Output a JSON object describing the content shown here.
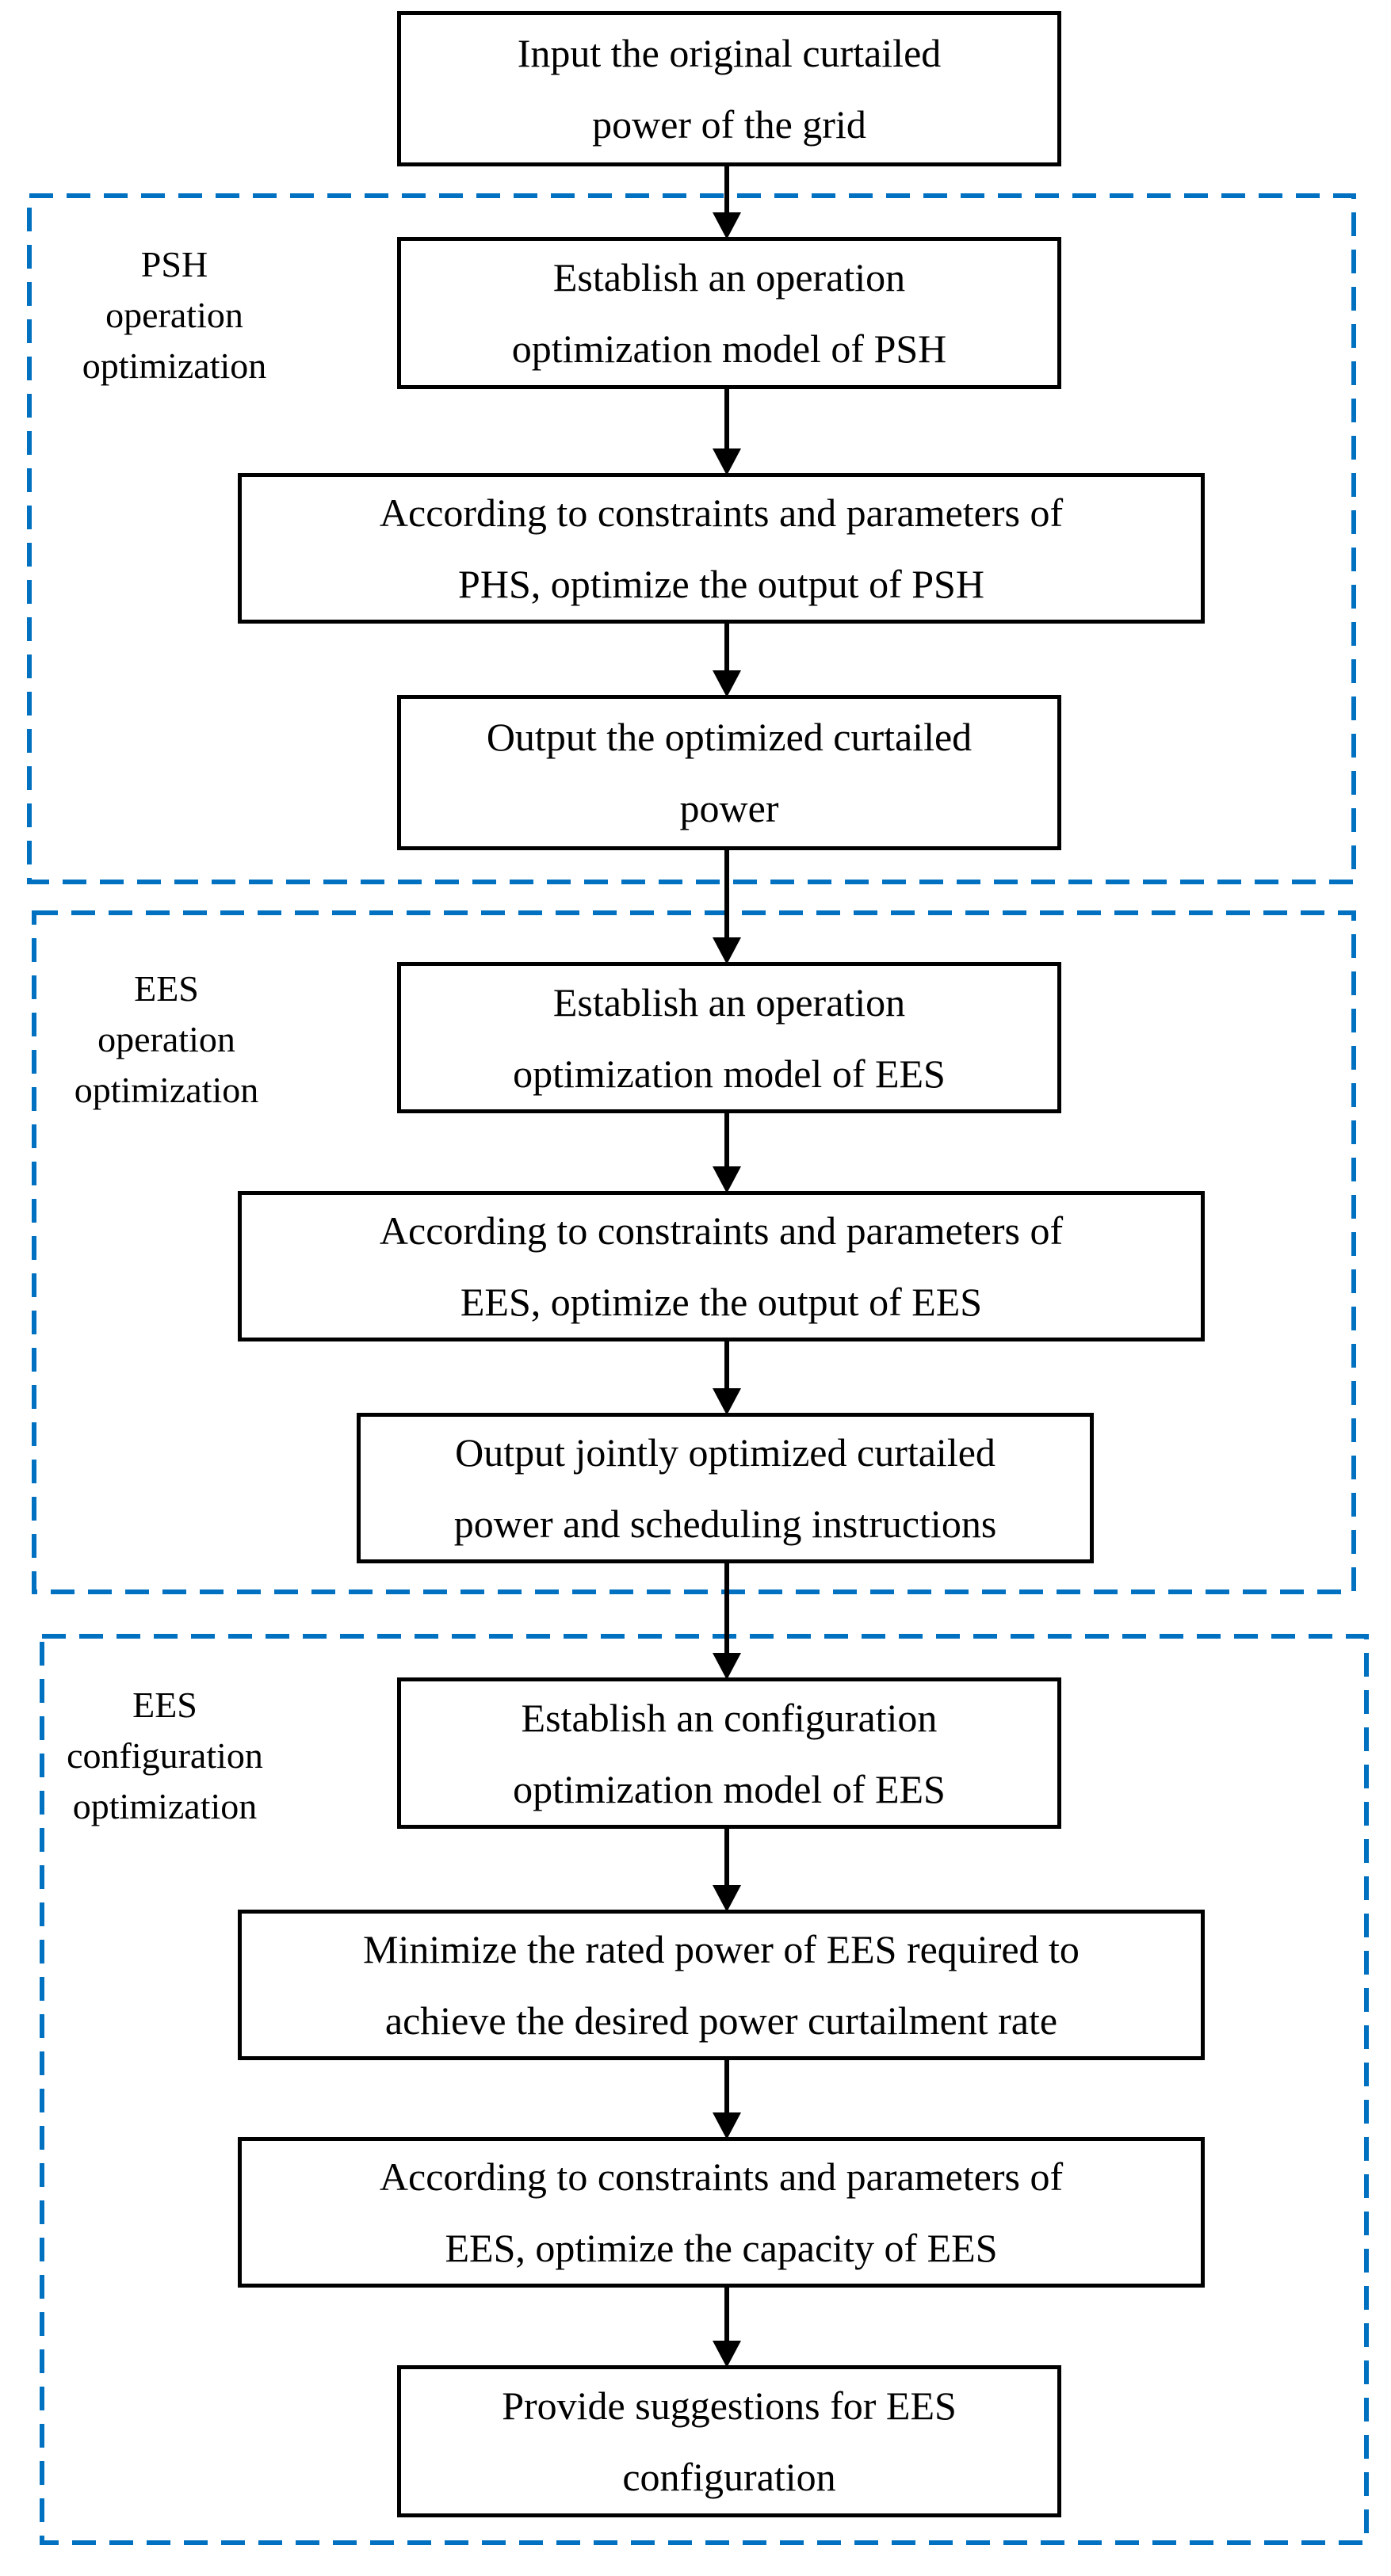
{
  "diagram": {
    "type": "flowchart",
    "colors": {
      "box_border": "#000000",
      "section_border": "#0070C0",
      "text": "#000000",
      "background": "#ffffff",
      "arrow": "#000000"
    },
    "boxes": {
      "input": {
        "line1": "Input the original curtailed",
        "line2": "power of the grid"
      },
      "establish_psh": {
        "line1": "Establish an operation",
        "line2": "optimization model of PSH"
      },
      "according_psh": {
        "line1": "According to constraints and parameters of",
        "line2": "PHS, optimize the output of PSH"
      },
      "output_psh": {
        "line1": "Output the optimized curtailed",
        "line2": "power"
      },
      "establish_ees": {
        "line1": "Establish an operation",
        "line2": "optimization model of EES"
      },
      "according_ees": {
        "line1": "According to constraints and parameters of",
        "line2": "EES, optimize the output of EES"
      },
      "output_ees": {
        "line1": "Output jointly optimized curtailed",
        "line2": "power and scheduling instructions"
      },
      "establish_config": {
        "line1": "Establish an configuration",
        "line2": "optimization model of EES"
      },
      "minimize": {
        "line1": "Minimize the rated power of EES required to",
        "line2": "achieve the desired power curtailment rate"
      },
      "according_capacity": {
        "line1": "According to constraints and parameters of",
        "line2": "EES, optimize the capacity of EES"
      },
      "provide": {
        "line1": "Provide suggestions for EES",
        "line2": "configuration"
      }
    },
    "section_labels": {
      "psh_operation": {
        "line1": "PSH",
        "line2": "operation",
        "line3": "optimization"
      },
      "ees_operation": {
        "line1": "EES",
        "line2": "operation",
        "line3": "optimization"
      },
      "ees_configuration": {
        "line1": "EES",
        "line2": "configuration",
        "line3": "optimization"
      }
    }
  }
}
